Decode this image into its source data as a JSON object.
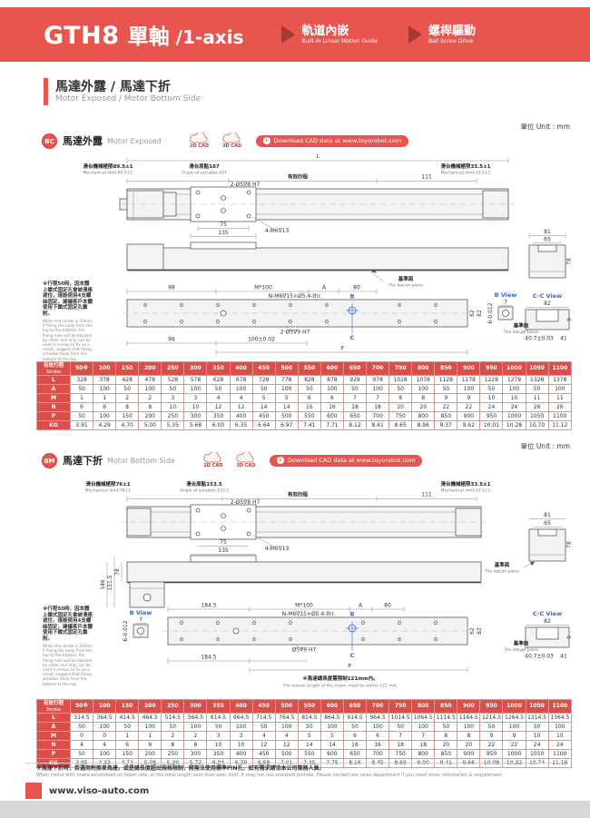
{
  "header": {
    "model": "GTH8",
    "axis_cn": "單軸",
    "axis_en": "/1-axis",
    "badges": [
      {
        "cn": "軌道內嵌",
        "en": "Built-in Linear Motion Guide"
      },
      {
        "cn": "螺桿驅動",
        "en": "Ball Screw Drive"
      }
    ]
  },
  "section": {
    "title_cn": "馬達外露 / 馬達下折",
    "title_en": "Motor Exposed / Motor Bottom Side"
  },
  "unit_note": "單位 Unit : mm",
  "cad": {
    "c2d": "2D CAD",
    "c3d": "3D CAD",
    "download": "Download CAD data at www.toyorobot.com"
  },
  "bc": {
    "badge": "BC",
    "title_cn": "馬達外露",
    "title_en": "Motor Exposed",
    "note_cn": "※行程50時，因本體上鎖式固定孔會被滑座遮住，僅能使用4支螺絲固定，建議客戶本體使用下鎖式固定孔鎖附。",
    "note_en": "When the stroke is 50mm, if fixing the body from the top to the bottom, the fixing hole will be blocked by slider and only can be used 4 screws to fix as a result, suggest that fixing actuator body from the bottom to the top.",
    "ann": {
      "L": "L",
      "origin_cn": "滑台原點167",
      "origin_en": "Origin of actuator:167",
      "mech_left_cn": "滑台機械極限89.5±1",
      "mech_left_en": "Mechanical limit:89.5±1",
      "mech_right_cn": "滑台機械極限33.5±1",
      "mech_right_en": "Mechanical limit:33.5±1",
      "stroke_cn": "有效行程",
      "stroke_en": "Stroke",
      "d111": "111",
      "hole_top": "2-Ø5∇8 H7",
      "d75": "75",
      "d135": "135",
      "m6": "4-M6∇13",
      "d81": "81",
      "d65": "65",
      "d78": "78",
      "datum_cn": "基準面",
      "datum_en": "The datum plane",
      "d98": "98",
      "m100": "M*100",
      "A": "A",
      "d80": "80",
      "thr": "N-M6∇15×Ø5.4-thr.",
      "B": "B",
      "C": "C",
      "d62": "62",
      "d82r": "82",
      "hole_bot": "2-Ø5∇9 H7",
      "d98b": "98",
      "d100": "100±0.02",
      "P": "P",
      "bview": "B View",
      "d7": "7",
      "tol6": "6-0.012",
      "ccview": "C-C View",
      "d82": "82",
      "d9": "9",
      "datum2_cn": "基準面",
      "datum2_en": "The datum plane",
      "d407": "40.7±0.03",
      "d41": "41"
    },
    "table": {
      "corner_cn": "有效行程",
      "corner_en": "Stroke",
      "strokes": [
        "50※",
        "100",
        "150",
        "200",
        "250",
        "300",
        "350",
        "400",
        "450",
        "500",
        "550",
        "600",
        "650",
        "700",
        "750",
        "800",
        "850",
        "900",
        "950",
        "1000",
        "1050",
        "1100"
      ],
      "rows": [
        {
          "label": "L",
          "values": [
            "328",
            "378",
            "428",
            "478",
            "528",
            "578",
            "628",
            "678",
            "728",
            "778",
            "828",
            "878",
            "928",
            "978",
            "1028",
            "1078",
            "1128",
            "1178",
            "1228",
            "1278",
            "1328",
            "1378"
          ]
        },
        {
          "label": "A",
          "values": [
            "50",
            "100",
            "50",
            "100",
            "50",
            "100",
            "50",
            "100",
            "50",
            "100",
            "50",
            "100",
            "50",
            "100",
            "50",
            "100",
            "50",
            "100",
            "50",
            "100",
            "50",
            "100"
          ]
        },
        {
          "label": "M",
          "values": [
            "1",
            "1",
            "2",
            "2",
            "3",
            "3",
            "4",
            "4",
            "5",
            "5",
            "6",
            "6",
            "7",
            "7",
            "8",
            "8",
            "9",
            "9",
            "10",
            "10",
            "11",
            "11"
          ]
        },
        {
          "label": "N",
          "values": [
            "6",
            "6",
            "8",
            "8",
            "10",
            "10",
            "12",
            "12",
            "14",
            "14",
            "16",
            "16",
            "18",
            "18",
            "20",
            "20",
            "22",
            "22",
            "24",
            "24",
            "26",
            "26"
          ]
        },
        {
          "label": "P",
          "values": [
            "50",
            "100",
            "150",
            "200",
            "250",
            "300",
            "350",
            "400",
            "450",
            "500",
            "550",
            "600",
            "650",
            "700",
            "750",
            "800",
            "850",
            "900",
            "950",
            "1000",
            "1050",
            "1100"
          ]
        },
        {
          "label": "KG",
          "values": [
            "3.91",
            "4.29",
            "4.70",
            "5.00",
            "5.35",
            "5.68",
            "6.00",
            "6.35",
            "6.64",
            "6.97",
            "7.41",
            "7.71",
            "8.12",
            "8.41",
            "8.65",
            "8.96",
            "9.37",
            "9.62",
            "10.01",
            "10.28",
            "10.70",
            "11.12"
          ]
        }
      ]
    }
  },
  "bm": {
    "badge": "BM",
    "title_cn": "馬達下折",
    "title_en": "Motor Bottom Side",
    "note_cn": "※行程50時，因本體上鎖式固定孔會被滑座遮住，僅能使用4支螺絲固定，建議客戶本體使用下鎖式固定孔鎖附。",
    "note_en": "When the stroke is 50mm, if fixing the body from the top to the bottom, the fixing hole will be blocked by slider and only can be used 4 screws to fix as a result, suggest that fixing actuator body from the bottom to the top.",
    "ann": {
      "origin_cn": "滑台原點153.5",
      "origin_en": "Origin of actuator:153.5",
      "mech_left_cn": "滑台機械極限76±1",
      "mech_left_en": "Mechanical limit:76±1",
      "mech_right_cn": "滑台機械極限33.5±1",
      "mech_right_en": "Mechanical limit:33.5±1",
      "stroke_cn": "有效行程",
      "stroke_en": "Stroke",
      "d111": "111",
      "hole_top": "2-Ø5∇8 H7",
      "d75": "75",
      "d135": "135",
      "m6": "4-M6∇13",
      "d81": "81",
      "d65": "65",
      "d78": "78",
      "d78v": "78",
      "d1515": "151.5",
      "d146": "146",
      "datum_cn": "基準面",
      "datum_en": "The datum plane",
      "d1845": "184.5",
      "m100": "M*100",
      "A": "A",
      "d80": "80",
      "thr": "N-M6∇15×Ø5.4-thr.",
      "B": "B",
      "C": "C",
      "d62": "62",
      "d82r": "82",
      "bview": "B View",
      "d7": "7",
      "tol6": "6-0.012",
      "hole_bot": "Ø5∇9 H7",
      "d1845b": "184.5",
      "P": "P",
      "motor_note_cn": "※馬達總長度需限制121mm內。",
      "motor_note_en": "The overall length of the motor must be within 121 mm.",
      "ccview": "C-C View",
      "d82": "82",
      "d9": "9",
      "datum2_cn": "基準面",
      "datum2_en": "The datum plane",
      "d407": "40.7±0.03",
      "d41": "41"
    },
    "table": {
      "corner_cn": "有效行程",
      "corner_en": "Stroke",
      "strokes": [
        "50※",
        "100",
        "150",
        "200",
        "250",
        "300",
        "350",
        "400",
        "450",
        "500",
        "550",
        "600",
        "650",
        "700",
        "750",
        "800",
        "850",
        "900",
        "950",
        "1000",
        "1050",
        "1100"
      ],
      "rows": [
        {
          "label": "L",
          "values": [
            "314.5",
            "364.5",
            "414.5",
            "464.5",
            "514.5",
            "564.5",
            "614.5",
            "664.5",
            "714.5",
            "764.5",
            "814.5",
            "864.5",
            "914.5",
            "964.5",
            "1014.5",
            "1064.5",
            "1114.5",
            "1164.5",
            "1214.5",
            "1264.5",
            "1314.5",
            "1364.5"
          ]
        },
        {
          "label": "A",
          "values": [
            "50",
            "100",
            "50",
            "100",
            "50",
            "100",
            "50",
            "100",
            "50",
            "100",
            "50",
            "100",
            "50",
            "100",
            "50",
            "100",
            "50",
            "100",
            "50",
            "100",
            "50",
            "100"
          ]
        },
        {
          "label": "M",
          "values": [
            "0",
            "0",
            "1",
            "1",
            "2",
            "2",
            "3",
            "3",
            "4",
            "4",
            "5",
            "5",
            "6",
            "6",
            "7",
            "7",
            "8",
            "8",
            "9",
            "9",
            "10",
            "10"
          ]
        },
        {
          "label": "N",
          "values": [
            "4",
            "4",
            "6",
            "6",
            "8",
            "8",
            "10",
            "10",
            "12",
            "12",
            "14",
            "14",
            "16",
            "16",
            "18",
            "18",
            "20",
            "20",
            "22",
            "22",
            "24",
            "24"
          ]
        },
        {
          "label": "P",
          "values": [
            "50",
            "100",
            "150",
            "200",
            "250",
            "300",
            "350",
            "400",
            "450",
            "500",
            "550",
            "600",
            "650",
            "700",
            "750",
            "800",
            "850",
            "900",
            "950",
            "1000",
            "1050",
            "1100"
          ]
        },
        {
          "label": "KG",
          "values": [
            "3.95",
            "4.33",
            "4.74",
            "5.08",
            "5.39",
            "5.72",
            "6.04",
            "6.39",
            "6.68",
            "7.01",
            "7.45",
            "7.75",
            "8.16",
            "8.45",
            "8.69",
            "9.00",
            "9.41",
            "9.66",
            "10.08",
            "10.32",
            "10.74",
            "11.16"
          ]
        }
      ]
    }
  },
  "footer": {
    "note_cn": "※馬達下折時，若選用附煞車馬達，或是總長度超出規格限制，將無法使用標準PIN孔，如有需求請洽本公司業務人員。",
    "note_en": "When motor with brake assembled on lower side, or the total length over than spec limit, it may not use standard pinhole. Please contact our sales department if you need more information & requirement.",
    "website": "www.viso-auto.com"
  }
}
